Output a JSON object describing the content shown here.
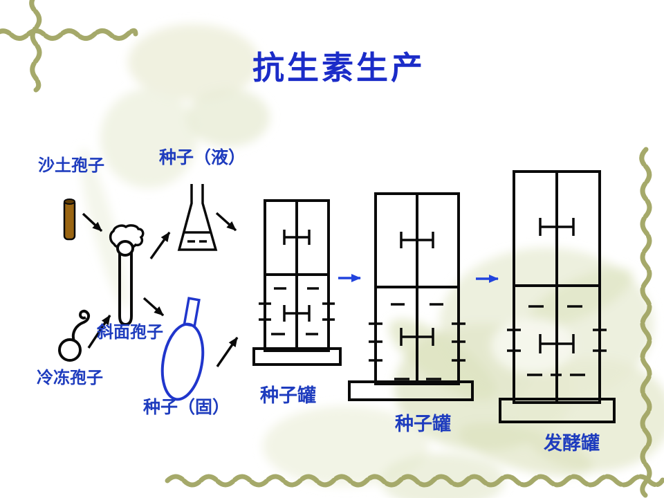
{
  "slide": {
    "title": "抗生素生产",
    "flow_labels": {
      "sand_spores": "沙土孢子",
      "seed_liquid": "种子（液）",
      "slant_spores": "斜面孢子",
      "frozen_spores": "冷冻孢子",
      "seed_solid": "种子（固）",
      "seed_tank_1": "种子罐",
      "seed_tank_2": "种子罐",
      "fermentation_tank": "发酵罐"
    },
    "process_connections": [
      "沙土孢子 → 斜面孢子",
      "冷冻孢子 → 斜面孢子",
      "斜面孢子 → 种子（液）",
      "斜面孢子 → 种子（固）",
      "种子（液） → 种子罐",
      "种子（固） → 种子罐",
      "种子罐 → 种子罐",
      "种子罐 → 发酵罐"
    ],
    "colors": {
      "title_text": "#1b2cc8",
      "label_text": "#1e3cbe",
      "flow_arrow_blue": "#2143dd",
      "diagram_stroke": "#0a0a0a",
      "vial_brown": "#9a6512",
      "bottle_blue": "#2036cc",
      "vine_olive": "#a5a96a",
      "background": "#ffffff"
    }
  }
}
